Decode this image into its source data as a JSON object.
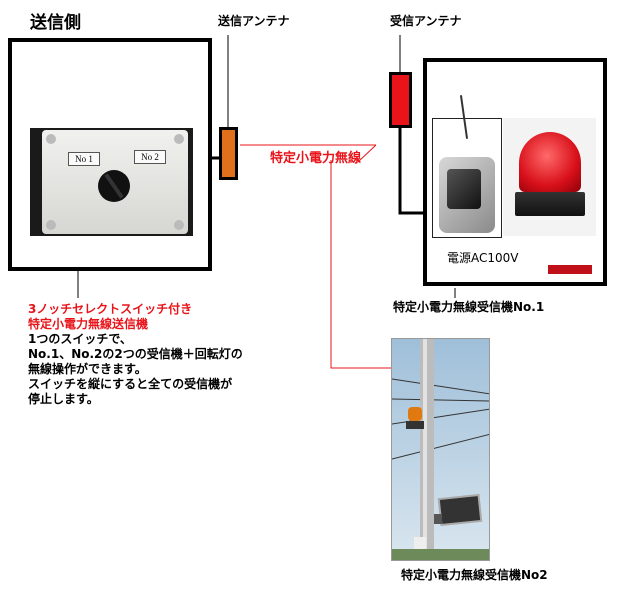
{
  "transmitter_side_title": "送信側",
  "tx_antenna_label": "送信アンテナ",
  "rx_antenna_label": "受信アンテナ",
  "wireless_label": "特定小電力無線",
  "switch_labels": {
    "pos1": "No 1",
    "pos2": "No 2"
  },
  "power_label": "電源AC100V",
  "receiver1_caption": "特定小電力無線受信機No.1",
  "receiver2_caption": "特定小電力無線受信機No2",
  "description": {
    "red_line1": "3ノッチセレクトスイッチ付き",
    "red_line2": "特定小電力無線送信機",
    "line3": "1つのスイッチで、",
    "line4": "No.1、No.2の2つの受信機＋回転灯の",
    "line5": "無線操作ができます。",
    "line6": "スイッチを縦にすると全ての受信機が",
    "line7": "停止します。"
  },
  "colors": {
    "tx_antenna": "#e0701c",
    "rx_antenna": "#e8141a",
    "wireless_line": "#e8141a",
    "accent_text": "#e8141a"
  },
  "icons": [
    "selector-switch-box",
    "receiver-unit",
    "rotating-beacon",
    "utility-pole-photo"
  ]
}
